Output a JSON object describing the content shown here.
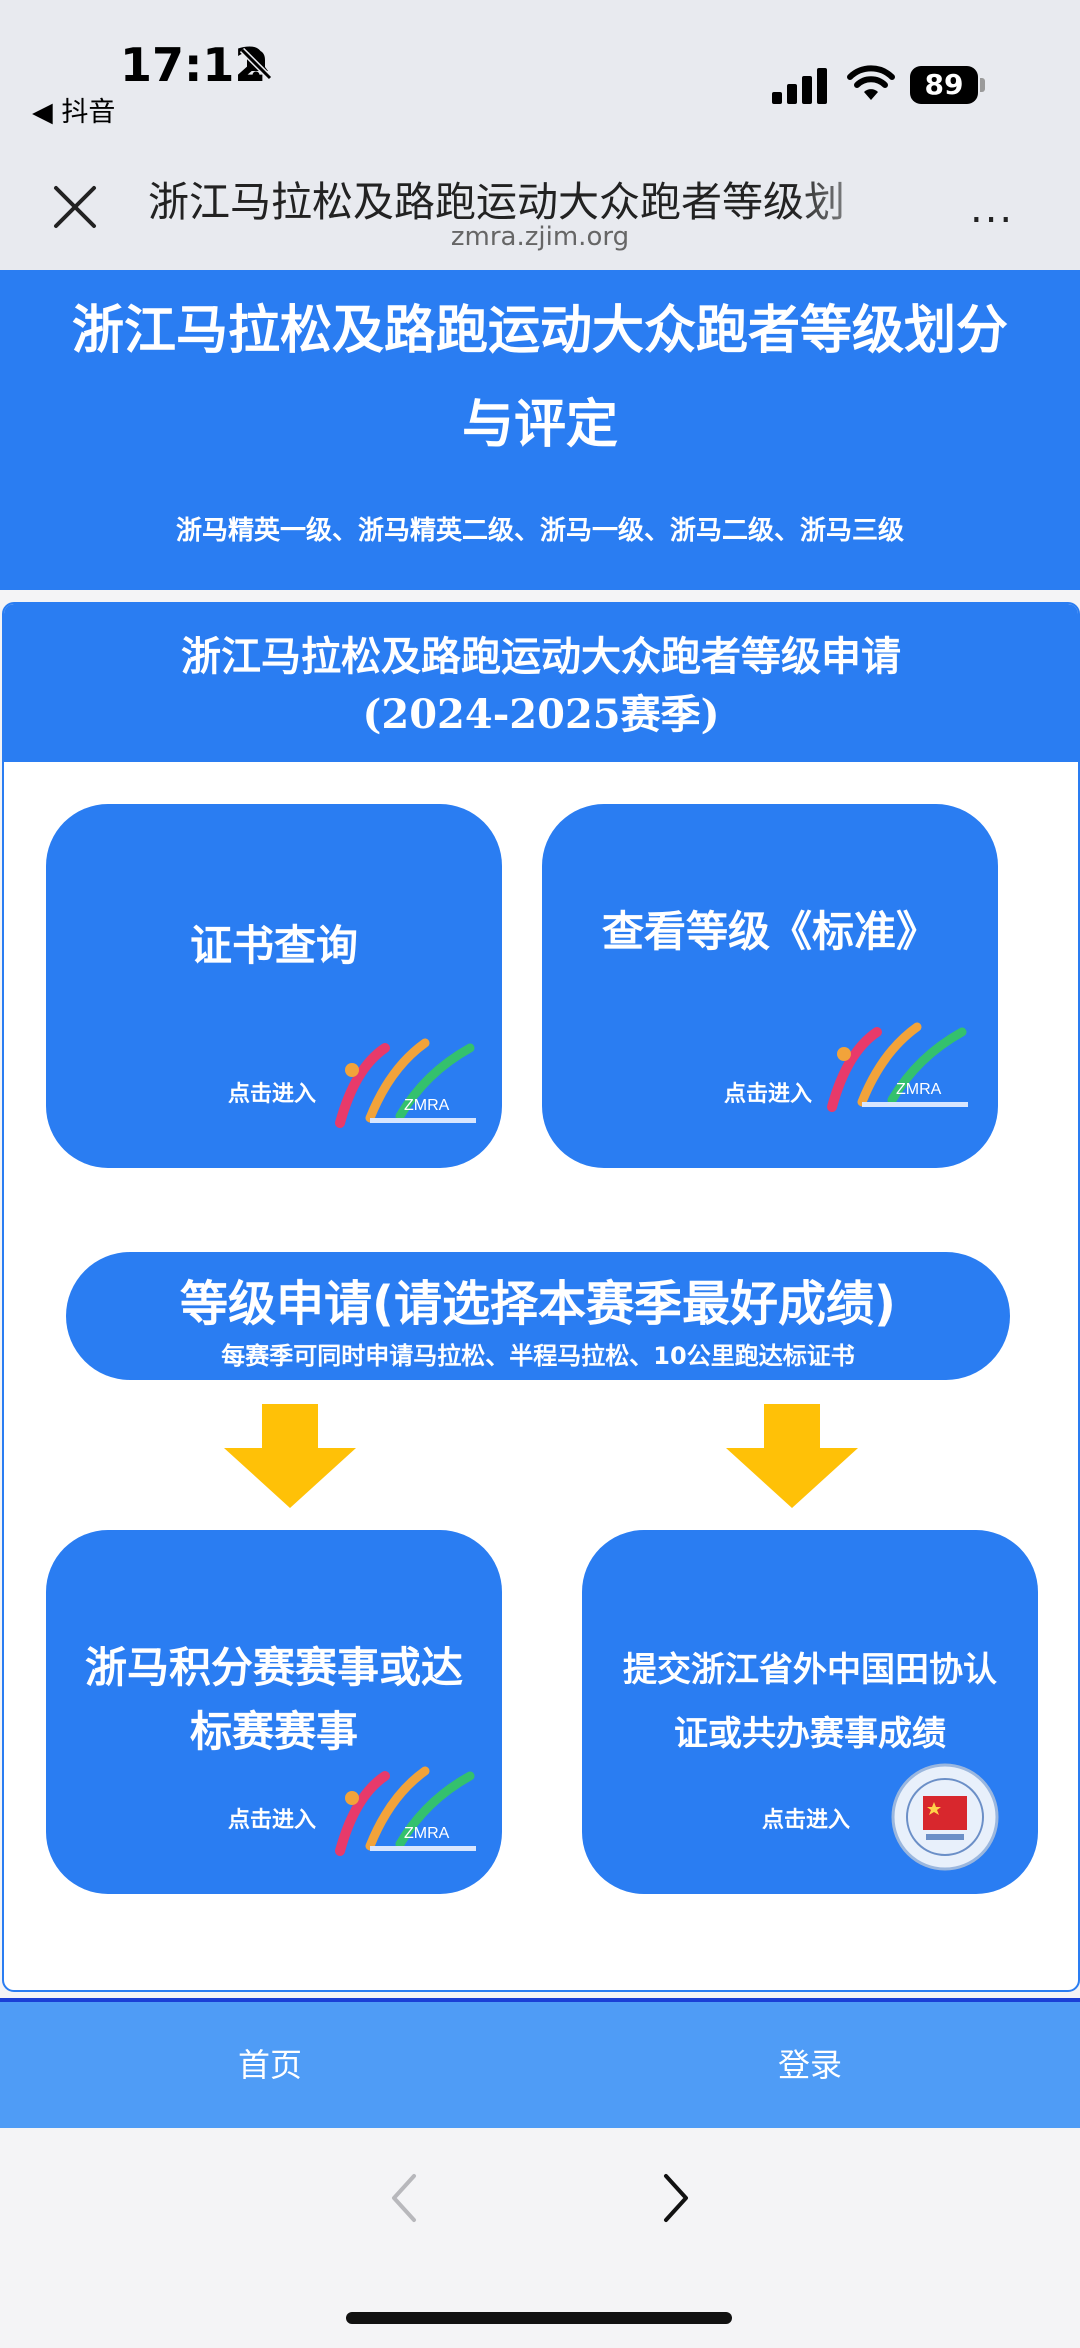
{
  "status": {
    "time": "17:12",
    "back_app": "◀ 抖音",
    "battery": "89"
  },
  "browser": {
    "title": "浙江马拉松及路跑运动大众跑者等级划",
    "url": "zmra.zjim.org",
    "more": "..."
  },
  "banner": {
    "title": "浙江马拉松及路跑运动大众跑者等级划分与评定",
    "subtitle": "浙马精英一级、浙马精英二级、浙马一级、浙马二级、浙马三级"
  },
  "panel": {
    "title": "浙江马拉松及路跑运动大众跑者等级申请",
    "season": "(2024-2025赛季)"
  },
  "cards": {
    "certificate": {
      "label": "证书查询",
      "enter": "点击进入"
    },
    "standard": {
      "label": "查看等级《标准》",
      "enter": "点击进入"
    },
    "zmra_events": {
      "label": "浙马积分赛赛事或达标赛赛事",
      "enter": "点击进入"
    },
    "outside_events": {
      "label": "提交浙江省外中国田协认证或共办赛事成绩",
      "enter": "点击进入"
    }
  },
  "pill": {
    "title": "等级申请(请选择本赛季最好成绩)",
    "subtitle": "每赛季可同时申请马拉松、半程马拉松、10公里跑达标证书"
  },
  "logos": {
    "zmra_text": "ZMRA"
  },
  "nav": {
    "home": "首页",
    "login": "登录"
  },
  "colors": {
    "primary": "#2a7df2",
    "nav": "#4f9cf6",
    "arrow": "#ffc107"
  }
}
